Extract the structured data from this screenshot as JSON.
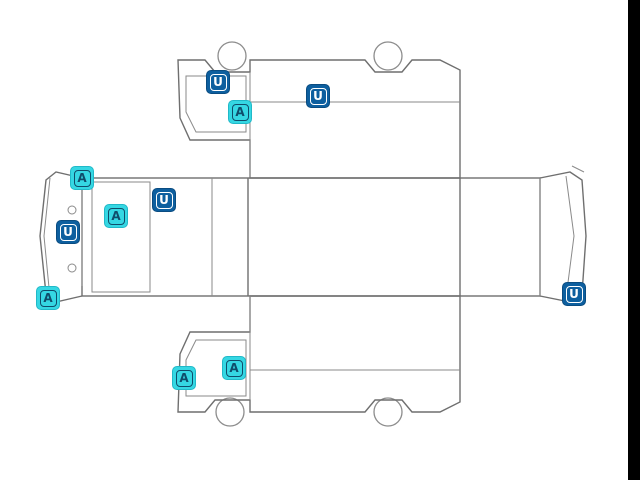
{
  "legend_symbols": {
    "A": {
      "label": "A",
      "color": "#35d7e3",
      "text_color": "#0f4d6b"
    },
    "U": {
      "label": "U",
      "color": "#0d5f9f",
      "text_color": "#ffffff"
    }
  },
  "markers": [
    {
      "id": "top-side-u-1",
      "type": "U"
    },
    {
      "id": "top-side-a-1",
      "type": "A"
    },
    {
      "id": "top-side-u-2",
      "type": "U"
    },
    {
      "id": "front-a-1",
      "type": "A"
    },
    {
      "id": "front-a-2",
      "type": "A"
    },
    {
      "id": "front-u-1",
      "type": "U"
    },
    {
      "id": "front-u-2",
      "type": "U"
    },
    {
      "id": "front-a-3",
      "type": "A"
    },
    {
      "id": "rear-u-1",
      "type": "U"
    },
    {
      "id": "bottom-side-a-1",
      "type": "A"
    },
    {
      "id": "bottom-side-a-2",
      "type": "A"
    }
  ]
}
